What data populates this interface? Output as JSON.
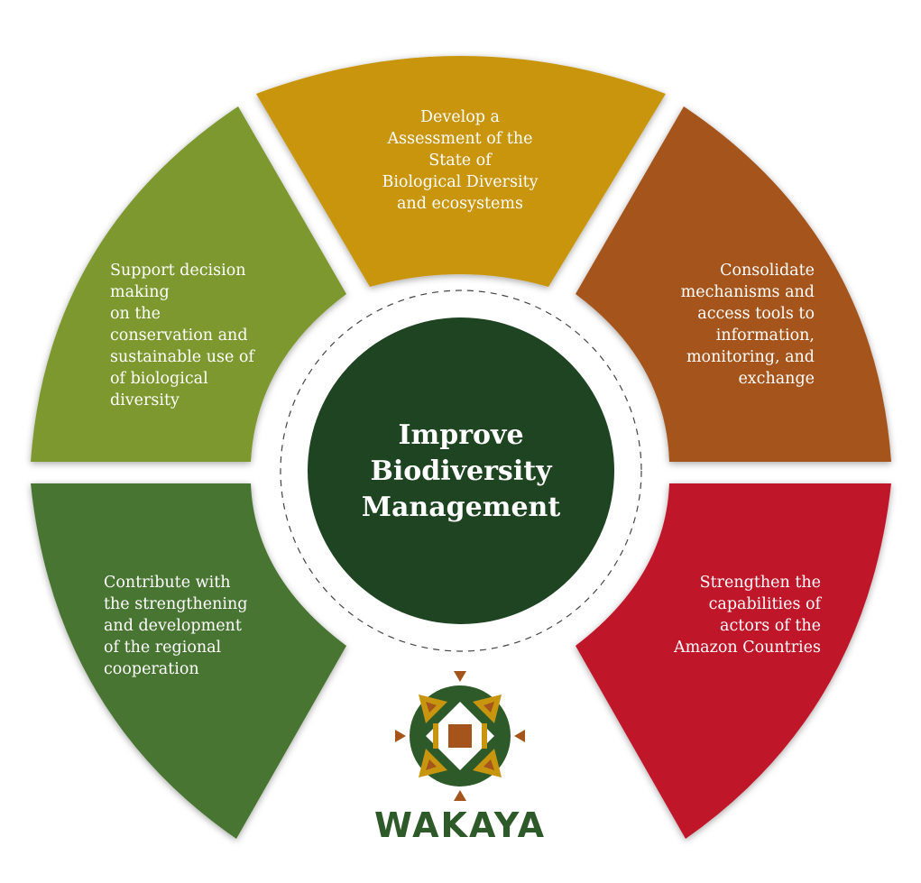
{
  "center": {
    "lines": [
      "Improve",
      "Biodiversity",
      "Management"
    ],
    "color": "#1f4422"
  },
  "segments": [
    {
      "id": "top",
      "color": "#c8950f",
      "lines": [
        "Develop a",
        "Assessment of the",
        "State of",
        "Biological Diversity",
        "and ecosystems"
      ]
    },
    {
      "id": "upper-right",
      "color": "#a5541b",
      "lines": [
        "Consolidate",
        "mechanisms and",
        "access tools to",
        "information,",
        "monitoring, and",
        "exchange"
      ]
    },
    {
      "id": "lower-right",
      "color": "#c0172c",
      "lines": [
        "Strengthen the",
        "capabilities of",
        "actors of the",
        "Amazon Countries"
      ]
    },
    {
      "id": "lower-left",
      "color": "#4a7530",
      "lines": [
        "Contribute with",
        "the strengthening",
        "and development",
        "of the regional",
        "cooperation"
      ]
    },
    {
      "id": "upper-left",
      "color": "#7b982f",
      "lines": [
        "Support decision",
        "making",
        "on the",
        "conservation and",
        "sustainable use of",
        "of biological",
        "diversity"
      ]
    }
  ],
  "logo": {
    "word": "WAKAYA",
    "colors": {
      "green": "#2e5a2a",
      "gold": "#c8950f",
      "rust": "#a5541b"
    }
  }
}
